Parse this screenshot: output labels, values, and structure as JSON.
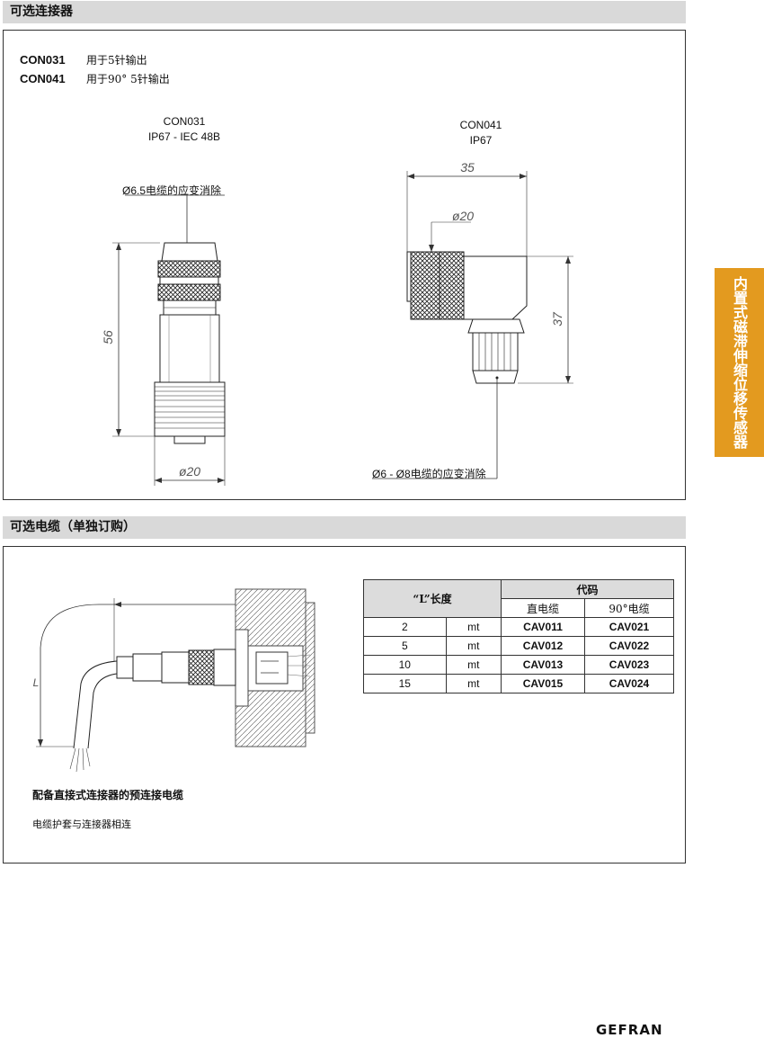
{
  "section1": {
    "title": "可选连接器",
    "options": [
      {
        "code": "CON031",
        "desc": "用于5针输出"
      },
      {
        "code": "CON041",
        "desc": "用于90°  5针输出"
      }
    ],
    "drawing_left": {
      "title": "CON031",
      "rating": "IP67 - IEC 48B",
      "cable_note": "Ø6.5电缆的应变消除",
      "dim_length": "56",
      "dim_diameter": "ø20"
    },
    "drawing_right": {
      "title": "CON041",
      "rating": "IP67",
      "dim_width": "35",
      "dim_diameter": "ø20",
      "dim_height": "37",
      "cable_note": "Ø6 - Ø8电缆的应变消除"
    }
  },
  "side_tab": "内置式磁滞伸缩位移传感器",
  "section2": {
    "title": "可选电缆（单独订购）",
    "drawing_label_L": "L",
    "table": {
      "header_length": "“L”长度",
      "header_code": "代码",
      "sub_straight": "直电缆",
      "sub_angled": "90°电缆",
      "rows": [
        {
          "length": "2",
          "unit": "mt",
          "straight": "CAV011",
          "angled": "CAV021"
        },
        {
          "length": "5",
          "unit": "mt",
          "straight": "CAV012",
          "angled": "CAV022"
        },
        {
          "length": "10",
          "unit": "mt",
          "straight": "CAV013",
          "angled": "CAV023"
        },
        {
          "length": "15",
          "unit": "mt",
          "straight": "CAV015",
          "angled": "CAV024"
        }
      ]
    },
    "caption_title": "配备直接式连接器的预连接电缆",
    "caption_sub": "电缆护套与连接器相连"
  },
  "footer": {
    "brand": "GEFRAN"
  }
}
